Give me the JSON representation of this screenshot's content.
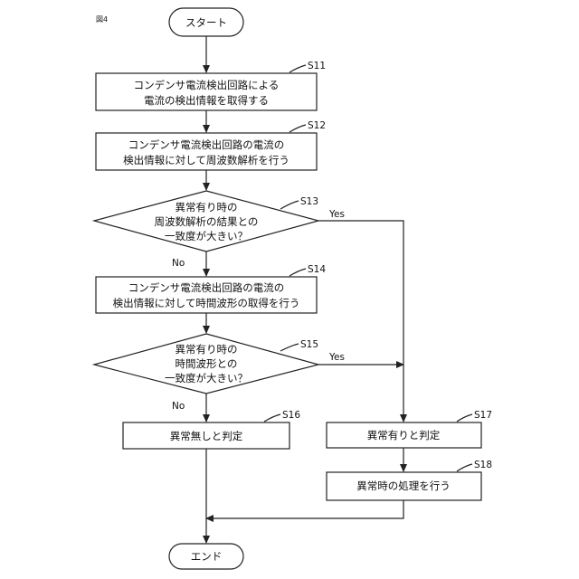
{
  "figure_label": "図4",
  "nodes": {
    "start": "スタート",
    "s11": [
      "コンデンサ電流検出回路による",
      "電流の検出情報を取得する"
    ],
    "s12": [
      "コンデンサ電流検出回路の電流の",
      "検出情報に対して周波数解析を行う"
    ],
    "s13": [
      "異常有り時の",
      "周波数解析の結果との",
      "一致度が大きい？"
    ],
    "s14": [
      "コンデンサ電流検出回路の電流の",
      "検出情報に対して時間波形の取得を行う"
    ],
    "s15": [
      "異常有り時の",
      "時間波形との",
      "一致度が大きい？"
    ],
    "s16": "異常無しと判定",
    "s17": "異常有りと判定",
    "s18": "異常時の処理を行う",
    "end": "エンド"
  },
  "step_labels": {
    "s11": "S11",
    "s12": "S12",
    "s13": "S13",
    "s14": "S14",
    "s15": "S15",
    "s16": "S16",
    "s17": "S17",
    "s18": "S18"
  },
  "branch_labels": {
    "s13_yes": "Yes",
    "s13_no": "No",
    "s15_yes": "Yes",
    "s15_no": "No"
  }
}
